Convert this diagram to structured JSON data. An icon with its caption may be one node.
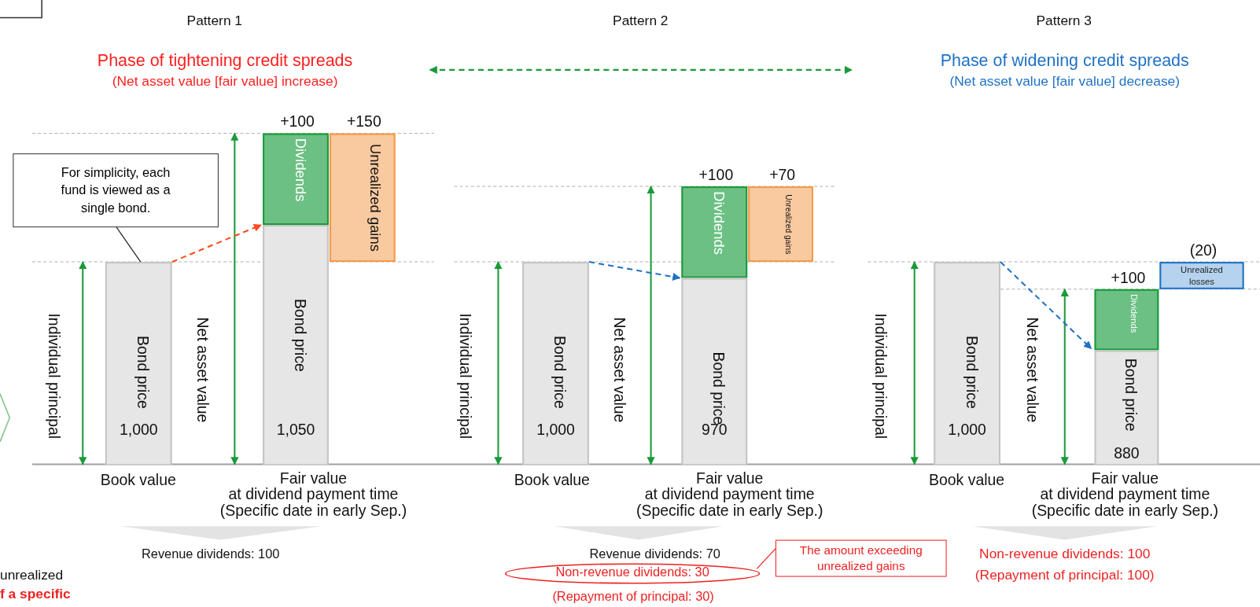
{
  "diagram": {
    "nodes": [
      {
        "text": [
          "Phase of tightening credit spreads",
          "(Net asset value [fair value] increase)"
        ]
      },
      {
        "text": [
          "Phase of widening credit spreads",
          "(Net asset value [fair value] decrease)"
        ]
      },
      {
        "text": [
          "Bond price",
          "1,000"
        ]
      },
      {
        "text": [
          "For simplicity, each fund is viewed as a single bond."
        ]
      },
      {
        "text": [
          "Dividends"
        ],
        "beside": [
          "+100"
        ]
      },
      {
        "text": [
          "Bond price",
          "1,050"
        ]
      },
      {
        "text": [
          "Unrealized gains"
        ],
        "beside": [
          "+150"
        ]
      },
      {
        "text": [
          "Bond price",
          "1,000"
        ]
      },
      {
        "text": [
          "Dividends"
        ],
        "beside": [
          "+100"
        ]
      },
      {
        "text": [
          "Bond price",
          "970"
        ]
      },
      {
        "text": [
          "Unrealized gains"
        ],
        "beside": [
          "+70"
        ]
      },
      {
        "text": [
          "Non-revenue dividends: 30"
        ]
      },
      {
        "text": [
          "The amount exceeding unrealized gains"
        ]
      },
      {
        "text": [
          "Bond price",
          "1,000"
        ]
      },
      {
        "text": [
          "Dividends"
        ],
        "beside": [
          "+100"
        ]
      },
      {
        "text": [
          "Bond price",
          "880"
        ]
      },
      {
        "text": [
          "Unrealized losses"
        ],
        "beside": [
          "(20)"
        ]
      }
    ],
    "edges": [
      {
        "from": 0,
        "to": 1,
        "arrow": "both",
        "style": "dashed",
        "color": "#1a9a3a"
      },
      {
        "from": 3,
        "to": 2,
        "arrow": "none",
        "color": "#222222"
      },
      {
        "from": 2,
        "to": 4,
        "arrow": "to",
        "style": "dashed",
        "color": "#ff4a1c"
      },
      {
        "from": 7,
        "to": 8,
        "arrow": "to",
        "style": "dashed",
        "color": "#1f72c4"
      },
      {
        "from": 12,
        "to": 11,
        "arrow": "none",
        "color": "#ee2222"
      },
      {
        "from": 13,
        "to": 14,
        "arrow": "to",
        "style": "dashed",
        "color": "#1f72c4"
      }
    ],
    "labels": [
      "Pattern 1",
      "Pattern 2",
      "Pattern 3",
      "Individual principal",
      "Net asset value",
      "Book value",
      "Fair value at dividend payment time (Specific date in early Sep.)",
      "Individual principal",
      "Net asset value",
      "Book value",
      "Fair value at dividend payment time (Specific date in early Sep.)",
      "Individual principal",
      "Net asset value",
      "Book value",
      "Fair value at dividend payment time (Specific date in early Sep.)",
      "Revenue dividends: 100",
      "Revenue dividends: 70",
      "Non-revenue dividends: 100",
      "unrealized",
      "(Repayment of principal: 100)",
      "f a specific",
      "(Repayment of principal: 30)"
    ]
  }
}
